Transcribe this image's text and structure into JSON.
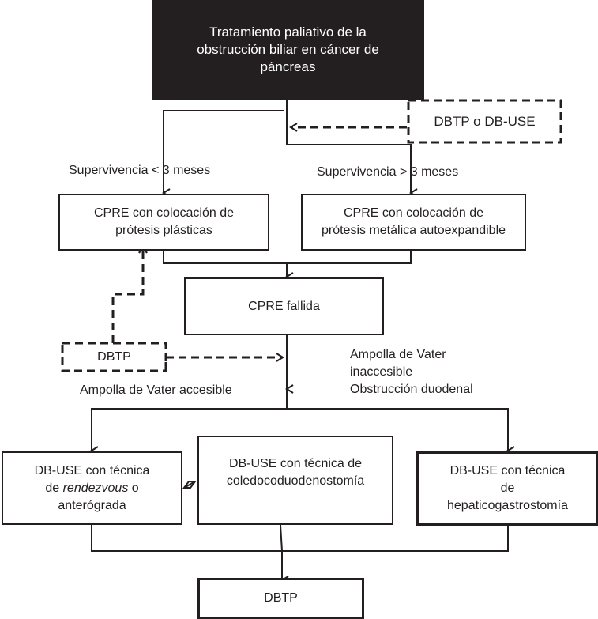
{
  "colors": {
    "line": "#231f20",
    "dark_box_bg": "#231f20",
    "dark_box_text": "#ffffff",
    "background": "#ffffff"
  },
  "nodes": {
    "root": {
      "lines": [
        "Tratamiento paliativo de la",
        "obstrucción biliar en cáncer de",
        "páncreas"
      ]
    },
    "alt_top": {
      "text": "DBTP o DB-USE"
    },
    "plastic": {
      "lines": [
        "CPRE con colocación de",
        "prótesis plásticas"
      ]
    },
    "metallic": {
      "lines": [
        "CPRE con colocación de",
        "prótesis metálica autoexpandible"
      ]
    },
    "failed": {
      "text": "CPRE fallida"
    },
    "alt_mid": {
      "text": "DBTP"
    },
    "rendezvous": {
      "line1": "DB-USE con técnica",
      "line2_pre": "de ",
      "line2_italic": "rendezvous",
      "line2_post": " o",
      "line3": "anterógrada"
    },
    "choledocho": {
      "lines": [
        "DB-USE con técnica de",
        "coledocoduodenostomía"
      ]
    },
    "hepatico": {
      "lines": [
        "DB-USE con técnica",
        "de",
        "hepaticogastrostomía"
      ]
    },
    "final": {
      "text": "DBTP"
    }
  },
  "edge_labels": {
    "surv_lt": "Supervivencia < 3 meses",
    "surv_gt": "Supervivencia > 3 meses",
    "accessible": "Ampolla de Vater accesible",
    "inaccessible": [
      "Ampolla de Vater",
      "inaccesible",
      "Obstrucción duodenal"
    ]
  }
}
